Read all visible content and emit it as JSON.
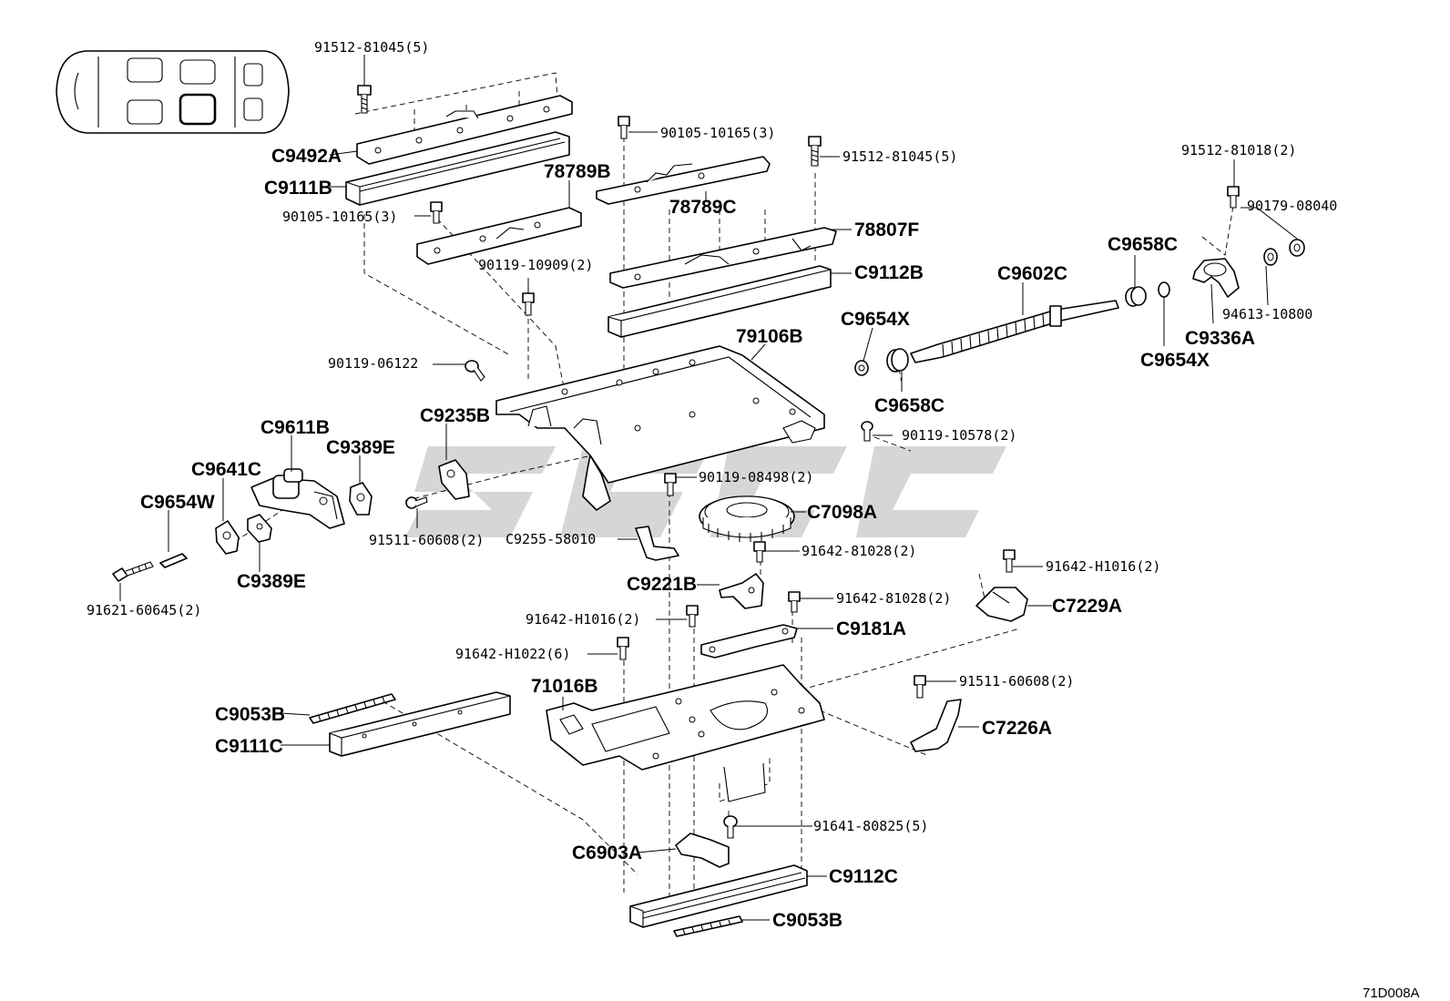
{
  "diagram": {
    "drawing_ref": "71D008A",
    "labels": {
      "l01": "91512-81045(5)",
      "l02": "C9492A",
      "l03": "C9111B",
      "l04": "90105-10165(3)",
      "l05": "90105-10165(3)",
      "l06": "78789B",
      "l07": "78789C",
      "l08": "91512-81045(5)",
      "l09": "78807F",
      "l10": "C9112B",
      "l11": "90119-10909(2)",
      "l12": "91512-81018(2)",
      "l13": "90179-08040",
      "l14": "C9658C",
      "l15": "C9602C",
      "l16": "C9654X",
      "l17": "94613-10800",
      "l18": "C9336A",
      "l19": "C9654X",
      "l20": "79106B",
      "l21": "90119-06122",
      "l22": "C9658C",
      "l23": "C9611B",
      "l24": "C9235B",
      "l25": "C9389E",
      "l26": "90119-10578(2)",
      "l27": "C9641C",
      "l28": "90119-08498(2)",
      "l29": "C9654W",
      "l30": "C7098A",
      "l31": "91511-60608(2)",
      "l32": "C9255-58010",
      "l33": "91642-81028(2)",
      "l34": "C9389E",
      "l35": "91621-60645(2)",
      "l36": "91642-H1016(2)",
      "l37": "C9221B",
      "l38": "91642-81028(2)",
      "l39": "C7229A",
      "l40": "91642-H1016(2)",
      "l41": "C9181A",
      "l42": "91642-H1022(6)",
      "l43": "71016B",
      "l44": "91511-60608(2)",
      "l45": "C9053B",
      "l46": "C7226A",
      "l47": "C9111C",
      "l48": "91641-80825(5)",
      "l49": "C6903A",
      "l50": "C9112C",
      "l51": "C9053B"
    }
  }
}
